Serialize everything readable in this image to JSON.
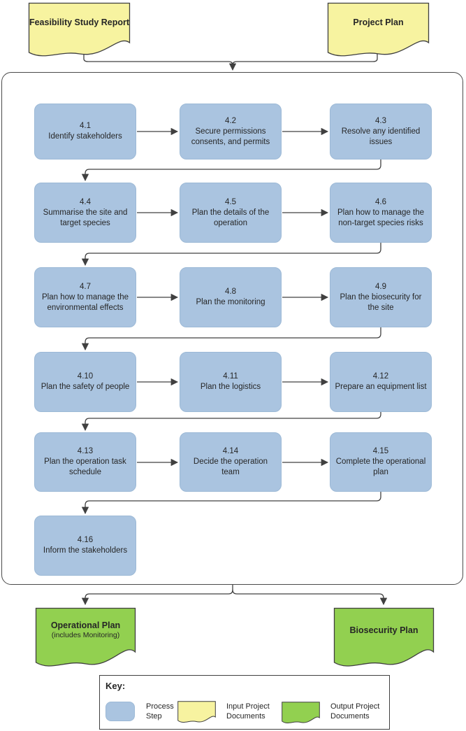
{
  "colors": {
    "process_step": "#aac4e0",
    "input_doc": "#f7f3a0",
    "output_doc": "#92d050",
    "line": "#404040",
    "text": "#262626"
  },
  "inputs": [
    {
      "label": "Feasibility Study Report"
    },
    {
      "label": "Project Plan"
    }
  ],
  "steps": [
    {
      "num": "4.1",
      "label": "Identify stakeholders"
    },
    {
      "num": "4.2",
      "label": "Secure permissions consents, and permits"
    },
    {
      "num": "4.3",
      "label": "Resolve any identified issues"
    },
    {
      "num": "4.4",
      "label": "Summarise the site and target species"
    },
    {
      "num": "4.5",
      "label": "Plan the details of the operation"
    },
    {
      "num": "4.6",
      "label": "Plan how to manage the non-target species risks"
    },
    {
      "num": "4.7",
      "label": "Plan how to manage the environmental effects"
    },
    {
      "num": "4.8",
      "label": "Plan the monitoring"
    },
    {
      "num": "4.9",
      "label": "Plan the biosecurity for the site"
    },
    {
      "num": "4.10",
      "label": "Plan the safety of people"
    },
    {
      "num": "4.11",
      "label": "Plan the logistics"
    },
    {
      "num": "4.12",
      "label": "Prepare an equipment list"
    },
    {
      "num": "4.13",
      "label": "Plan the operation task schedule"
    },
    {
      "num": "4.14",
      "label": "Decide the operation team"
    },
    {
      "num": "4.15",
      "label": "Complete the operational plan"
    },
    {
      "num": "4.16",
      "label": "Inform the stakeholders"
    }
  ],
  "outputs": [
    {
      "label": "Operational Plan",
      "sublabel": "(includes Monitoring)"
    },
    {
      "label": "Biosecurity Plan"
    }
  ],
  "key": {
    "title": "Key:",
    "items": [
      {
        "label": "Process Step"
      },
      {
        "label": "Input Project Documents"
      },
      {
        "label": "Output Project Documents"
      }
    ]
  }
}
